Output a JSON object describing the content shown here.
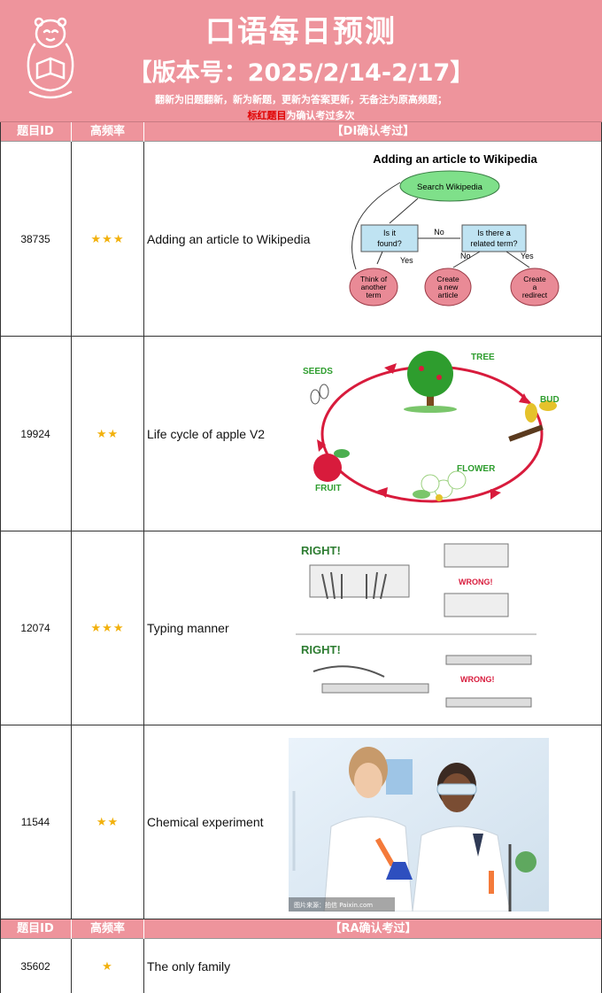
{
  "header": {
    "title": "口语每日预测",
    "version": "【版本号：2025/2/14-2/17】",
    "note_line1": "翻新为旧题翻新，新为新题，更新为答案更新，无备注为原高频题；",
    "note_line2_red": "标红题目",
    "note_line2_rest": "为确认考过多次"
  },
  "section_di": {
    "col_id": "题目ID",
    "col_freq": "高频率",
    "col_title": "【DI确认考过】"
  },
  "section_ra": {
    "col_id": "题目ID",
    "col_freq": "高频率",
    "col_title": "【RA确认考过】"
  },
  "rows": [
    {
      "id": "38735",
      "stars": "★★★",
      "title": "Adding an article to Wikipedia"
    },
    {
      "id": "19924",
      "stars": "★★",
      "title": "Life cycle of apple V2"
    },
    {
      "id": "12074",
      "stars": "★★★",
      "title": "Typing manner"
    },
    {
      "id": "11544",
      "stars": "★★",
      "title": "Chemical experiment"
    }
  ],
  "ra_rows": [
    {
      "id": "35602",
      "stars": "★",
      "title": "The only family"
    }
  ],
  "wiki_chart": {
    "heading": "Adding an article to Wikipedia",
    "search": "Search Wikipedia",
    "q1_a": "Is it",
    "q1_b": "found?",
    "q2_a": "Is there a",
    "q2_b": "related term?",
    "no1": "No",
    "yes1": "Yes",
    "no2": "No",
    "yes2": "Yes",
    "r1_a": "Think of",
    "r1_b": "another",
    "r1_c": "term",
    "r2_a": "Create",
    "r2_b": "a new",
    "r2_c": "article",
    "r3_a": "Create",
    "r3_b": "a",
    "r3_c": "redirect"
  },
  "apple_cycle": {
    "seeds": "SEEDS",
    "tree": "TREE",
    "bud": "BUD",
    "flower": "FLOWER",
    "fruit": "FRUIT"
  },
  "typing": {
    "right1": "RIGHT!",
    "wrong1": "WRONG!",
    "right2": "RIGHT!",
    "wrong2": "WRONG!"
  },
  "photo": {
    "watermark": "图片来源：拍信 Paixin.com"
  },
  "colors": {
    "header_bg": "#ee949c",
    "star": "#f2b10d",
    "red_note": "#e00000"
  }
}
